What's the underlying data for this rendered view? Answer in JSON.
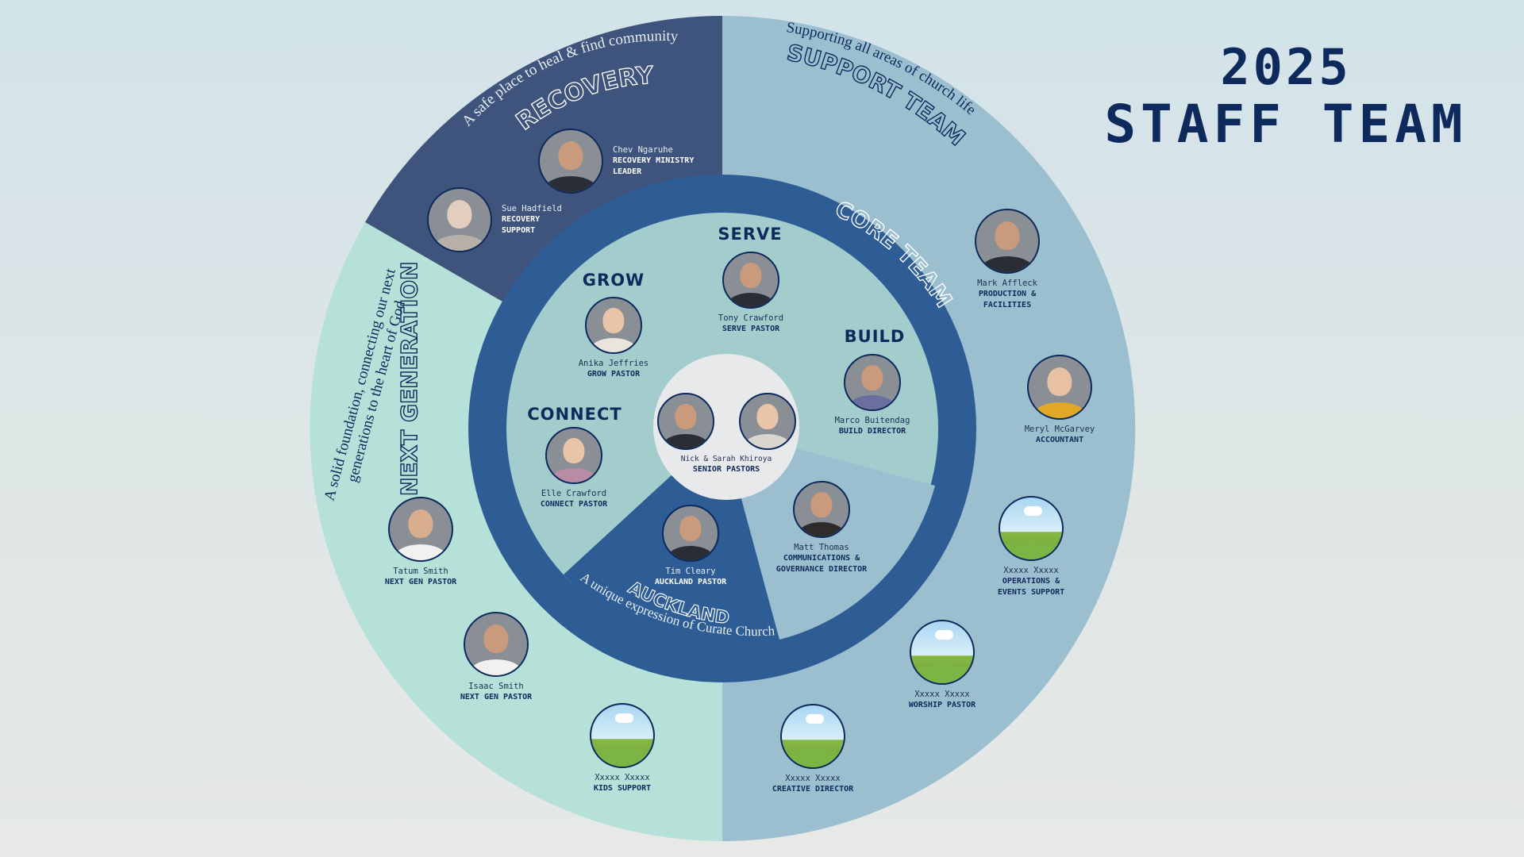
{
  "title": {
    "year": "2025",
    "main": "STAFF TEAM"
  },
  "colors": {
    "recovery": "#3f547c",
    "support": "#9bbfcf",
    "next_gen": "#b5e1d8",
    "core_ring": "#2e5d96",
    "inner_teal": "#a3cdcd",
    "inner_blue": "#9bbfcf",
    "auckland": "#2e5d96",
    "center": "#e8e9ea",
    "navy": "#0e2a5c"
  },
  "segments": {
    "recovery": {
      "title": "RECOVERY",
      "tagline": "A safe place to heal & find community"
    },
    "support": {
      "title": "SUPPORT TEAM",
      "tagline": "Supporting all areas of church life"
    },
    "next_gen": {
      "title": "NEXT GENERATION",
      "tagline_1": "A solid foundation, connecting our next",
      "tagline_2": "generations to the heart of God"
    },
    "core": {
      "title": "CORE TEAM"
    },
    "auckland": {
      "title": "AUCKLAND",
      "tagline": "A unique expression  of Curate Church"
    }
  },
  "inner_labels": {
    "serve": "SERVE",
    "grow": "GROW",
    "build": "BUILD",
    "connect": "CONNECT"
  },
  "people": {
    "chev": {
      "name": "Chev Ngaruhe",
      "role_1": "RECOVERY MINISTRY",
      "role_2": "LEADER"
    },
    "sue": {
      "name": "Sue Hadfield",
      "role_1": "RECOVERY",
      "role_2": "SUPPORT"
    },
    "mark": {
      "name": "Mark Affleck",
      "role_1": "PRODUCTION &",
      "role_2": "FACILITIES"
    },
    "meryl": {
      "name": "Meryl McGarvey",
      "role_1": "ACCOUNTANT"
    },
    "ops": {
      "name": "Xxxxx Xxxxx",
      "role_1": "OPERATIONS &",
      "role_2": "EVENTS SUPPORT"
    },
    "worship": {
      "name": "Xxxxx Xxxxx",
      "role_1": "WORSHIP PASTOR"
    },
    "creative": {
      "name": "Xxxxx Xxxxx",
      "role_1": "CREATIVE DIRECTOR"
    },
    "kids": {
      "name": "Xxxxx Xxxxx",
      "role_1": "KIDS SUPPORT"
    },
    "isaac": {
      "name": "Isaac Smith",
      "role_1": "NEXT GEN PASTOR"
    },
    "tatum": {
      "name": "Tatum Smith",
      "role_1": "NEXT GEN PASTOR"
    },
    "tony": {
      "name": "Tony Crawford",
      "role_1": "SERVE PASTOR"
    },
    "anika": {
      "name": "Anika Jeffries",
      "role_1": "GROW PASTOR"
    },
    "marco": {
      "name": "Marco Buitendag",
      "role_1": "BUILD DIRECTOR"
    },
    "elle": {
      "name": "Elle Crawford",
      "role_1": "CONNECT PASTOR"
    },
    "matt": {
      "name": "Matt Thomas",
      "role_1": "COMMUNICATIONS &",
      "role_2": "GOVERNANCE DIRECTOR"
    },
    "tim": {
      "name": "Tim Cleary",
      "role_1": "AUCKLAND PASTOR"
    },
    "seniors": {
      "name": "Nick & Sarah Khiroya",
      "role_1": "SENIOR PASTORS"
    }
  }
}
